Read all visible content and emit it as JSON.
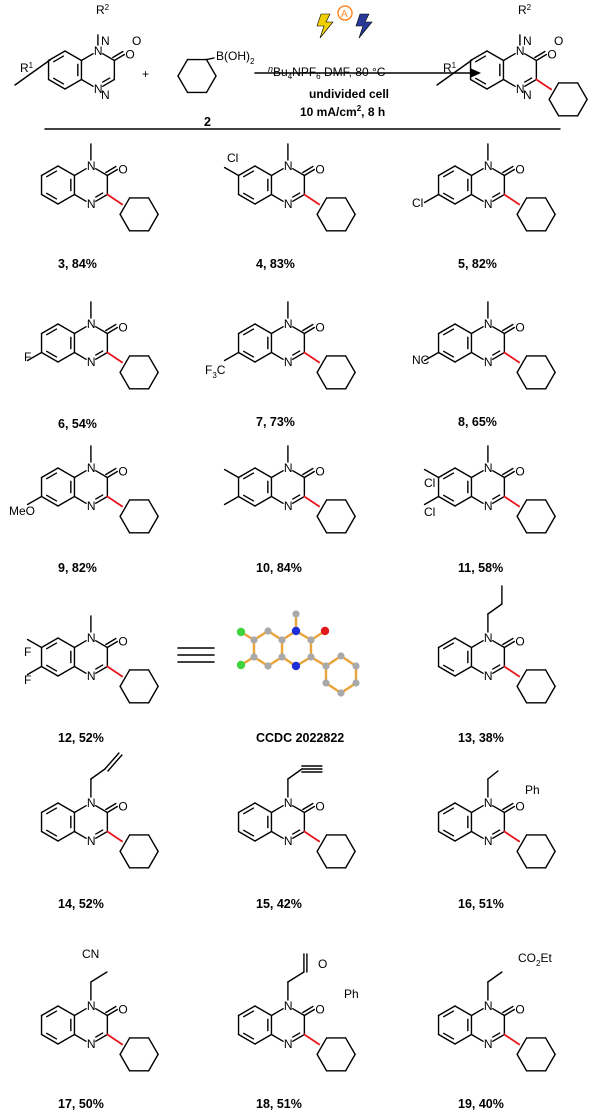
{
  "scheme": {
    "reactant_label": "2",
    "plus": "+",
    "boronic_group": "B(OH)2",
    "substituent_r1": "R1",
    "substituent_r2": "R2",
    "conditions": {
      "line1_prefix": "n",
      "line1": "Bu4NPF6 DMF, 80 °C",
      "line2": "undivided cell",
      "line3": "10 mA/cm2, 8 h"
    },
    "electrode_symbol": "A"
  },
  "compounds": [
    {
      "label": "3, 84%"
    },
    {
      "label": "4,  83%",
      "substituent": "Cl"
    },
    {
      "label": "5, 82%",
      "substituent": "Cl"
    },
    {
      "label": "6, 54%",
      "substituent": "F"
    },
    {
      "label": "7, 73%",
      "substituent": "F3C"
    },
    {
      "label": "8, 65%",
      "substituent": "NC"
    },
    {
      "label": "9, 82%",
      "substituent": "MeO"
    },
    {
      "label": "10, 84%"
    },
    {
      "label": "11, 58%",
      "substituent": "Cl"
    },
    {
      "label": "12, 52%",
      "substituent": "F"
    },
    {
      "label": "13, 38%"
    },
    {
      "label": "14, 52%"
    },
    {
      "label": "15, 42%"
    },
    {
      "label": "16, 51%",
      "substituent": "Ph"
    },
    {
      "label": "17, 50%",
      "substituent": "CN"
    },
    {
      "label": "18, 51%",
      "substituent": "Ph"
    },
    {
      "label": "19, 40%",
      "substituent": "CO2Et"
    }
  ],
  "crystal": {
    "label": "CCDC 2022822"
  },
  "colors": {
    "bond": "#000000",
    "new_bond": "#e8141b",
    "crystal_bond": "#e8a33a",
    "carbon": "#a9a9a9",
    "nitrogen": "#1f2fd8",
    "oxygen": "#e0191b",
    "fluorine": "#3fd33f",
    "lightning_left": "#f0d000",
    "lightning_right": "#2a3a9a",
    "anode": "#ff8a2a"
  }
}
